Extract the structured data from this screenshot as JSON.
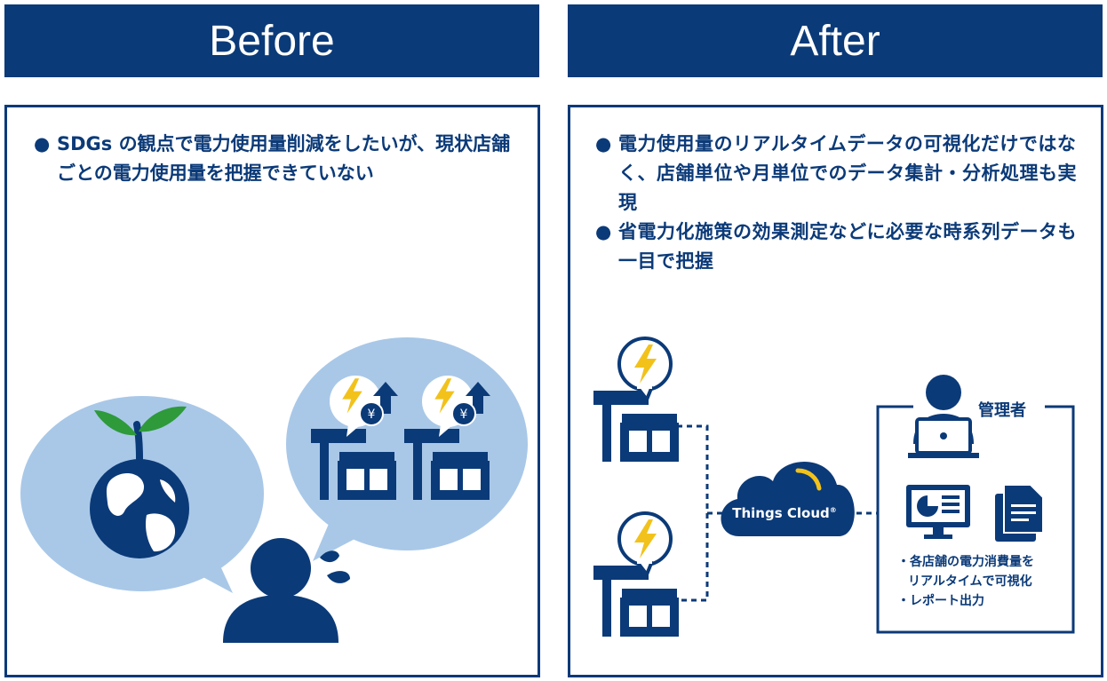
{
  "before": {
    "header": "Before",
    "bullets": [
      "SDGs の観点で電力使用量削減をしたいが、現状店舗ごとの電力使用量を把握できていない"
    ]
  },
  "after": {
    "header": "After",
    "bullets": [
      "電力使用量のリアルタイムデータの可視化だけではなく、店舗単位や月単位でのデータ集計・分析処理も実現",
      "省電力化施策の効果測定などに必要な時系列データも一目で把握"
    ],
    "cloud_label": "Things Cloud",
    "cloud_mark": "®",
    "admin_label": "管理者",
    "features": [
      "・各店舗の電力消費量を",
      "リアルタイムで可視化",
      "・レポート出力"
    ]
  },
  "currency_symbol": "¥",
  "colors": {
    "navy": "#0b3a78",
    "light_blue": "#a9c8e8",
    "bolt_yellow": "#f2c21b",
    "leaf_green": "#2e9a3a"
  }
}
